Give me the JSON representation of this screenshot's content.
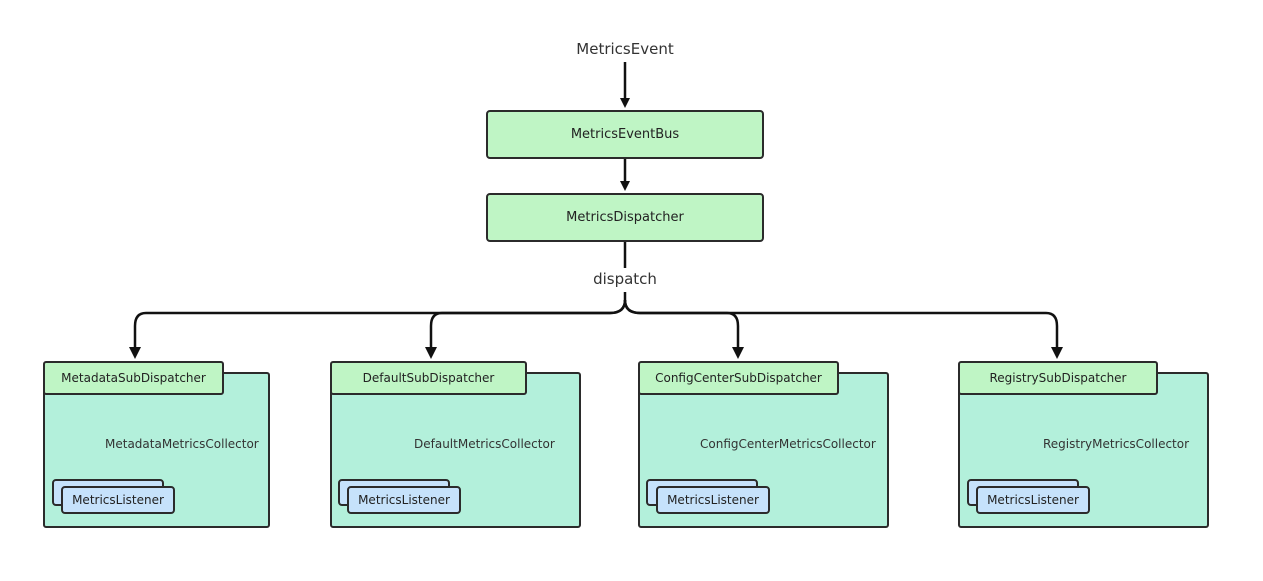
{
  "diagram": {
    "event_label": "MetricsEvent",
    "bus_label": "MetricsEventBus",
    "dispatcher_label": "MetricsDispatcher",
    "dispatch_label": "dispatch",
    "sub_dispatchers": [
      {
        "name": "MetadataSubDispatcher",
        "collector": "MetadataMetricsCollector",
        "listener": "MetricsListener"
      },
      {
        "name": "DefaultSubDispatcher",
        "collector": "DefaultMetricsCollector",
        "listener": "MetricsListener"
      },
      {
        "name": "ConfigCenterSubDispatcher",
        "collector": "ConfigCenterMetricsCollector",
        "listener": "MetricsListener"
      },
      {
        "name": "RegistrySubDispatcher",
        "collector": "RegistryMetricsCollector",
        "listener": "MetricsListener"
      }
    ],
    "colors": {
      "node_fill": "#bff5c5",
      "panel_fill": "#b3f0db",
      "listener_fill": "#c6e2fb",
      "collector_arrow": "#f2957f",
      "line": "#111111"
    }
  }
}
